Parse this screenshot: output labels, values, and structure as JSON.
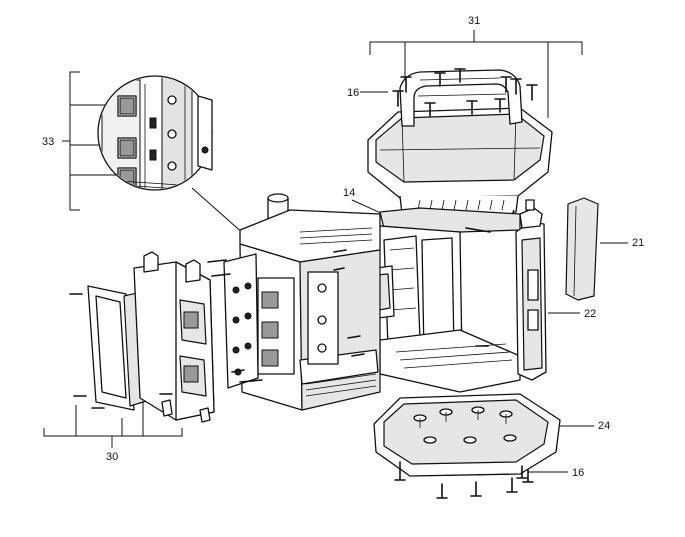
{
  "callouts": {
    "c31": "31",
    "c16_top": "16",
    "c33": "33",
    "c14": "14",
    "c21": "21",
    "c22": "22",
    "c24": "24",
    "c16_bottom": "16",
    "c30": "30"
  }
}
